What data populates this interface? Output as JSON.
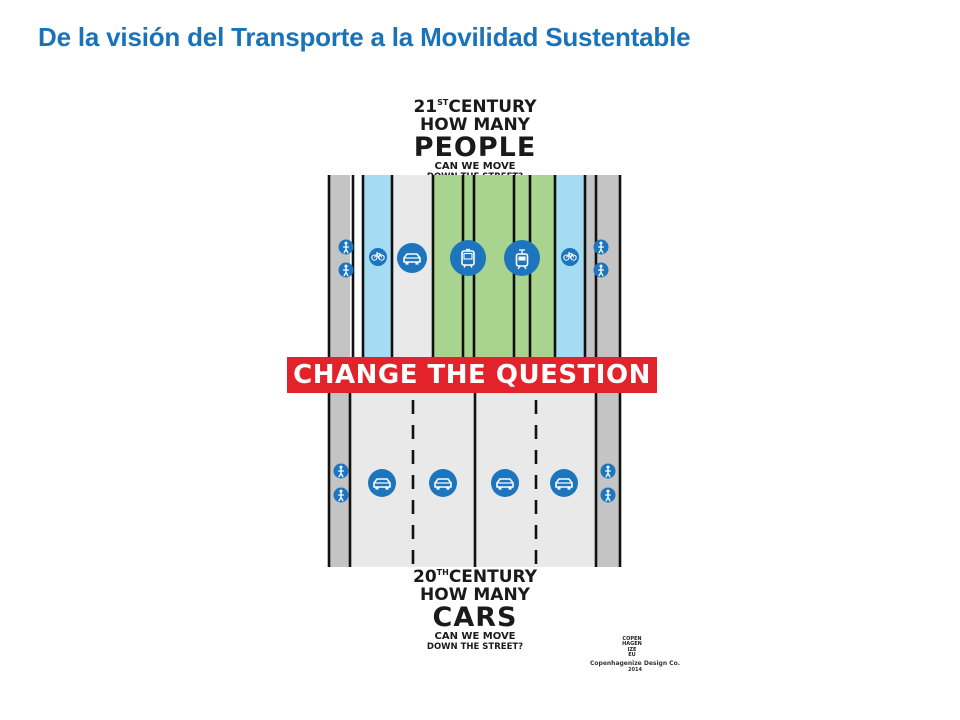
{
  "slide": {
    "title": "De la visión del Transporte a la Movilidad Sustentable"
  },
  "poster": {
    "top_heading": {
      "century_number": "21",
      "century_suffix": "ST",
      "century_word": "CENTURY",
      "how_many": "HOW MANY",
      "subject": "PEOPLE",
      "line_can": "CAN WE MOVE",
      "line_down": "DOWN THE STREET?"
    },
    "banner_text": "CHANGE THE QUESTION",
    "bottom_heading": {
      "century_number": "20",
      "century_suffix": "TH",
      "century_word": "CENTURY",
      "how_many": "HOW MANY",
      "subject": "CARS",
      "line_can": "CAN WE MOVE",
      "line_down": "DOWN THE STREET?"
    },
    "credit": {
      "logo_lines": [
        "COPEN",
        "HAGEN",
        "IZE",
        "EU"
      ],
      "company": "Copenhagenize Design Co.",
      "year": "2014"
    },
    "colors": {
      "sidewalk": "#c4c4c4",
      "bike_lane": "#a6dcf3",
      "car_lane": "#e9e9e9",
      "transit_lane": "#a9d48f",
      "icon_blue": "#1d75bd",
      "banner_red": "#e2232b"
    },
    "icons": {
      "top": [
        "pedestrian-icon",
        "bicycle-icon",
        "car-icon",
        "bus-icon",
        "tram-icon",
        "bicycle-icon",
        "pedestrian-icon"
      ],
      "bottom": [
        "pedestrian-icon",
        "car-icon",
        "car-icon",
        "car-icon",
        "car-icon",
        "pedestrian-icon"
      ]
    }
  }
}
